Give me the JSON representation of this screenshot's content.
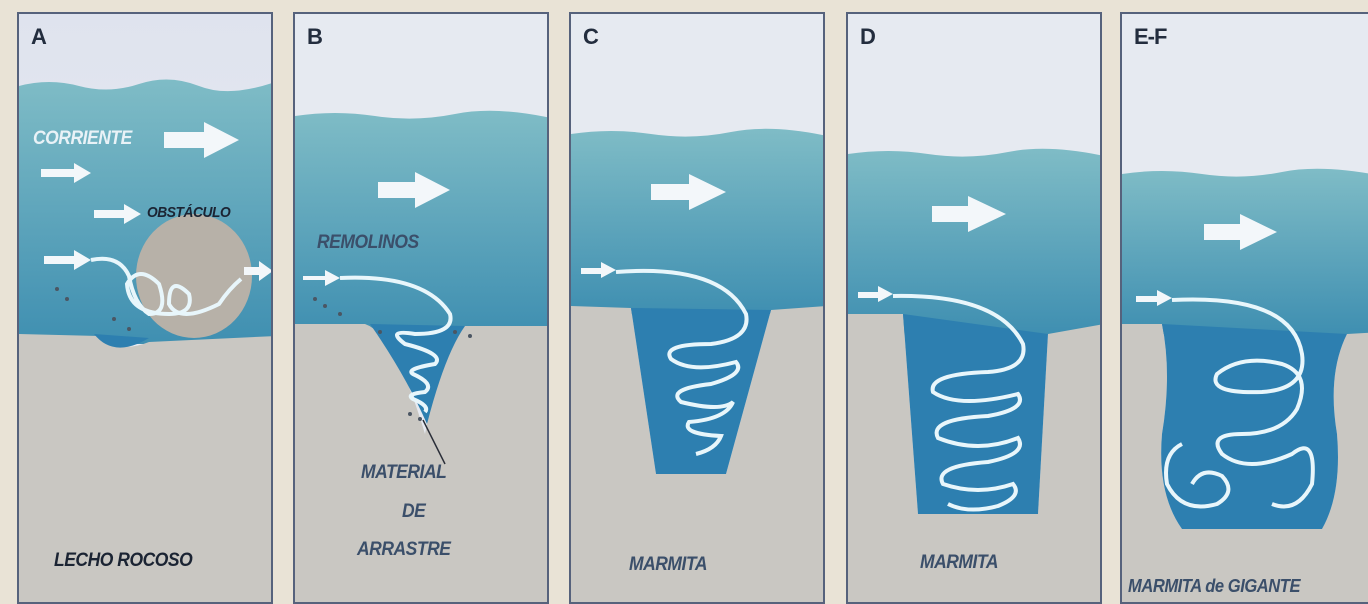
{
  "panels": [
    {
      "id": "A",
      "label": "A",
      "texts": {
        "current": "CORRIENTE",
        "obstacle": "OBSTÁCULO",
        "bed": "LECHO ROCOSO"
      }
    },
    {
      "id": "B",
      "label": "B",
      "texts": {
        "eddies": "REMOLINOS",
        "material_1": "MATERIAL",
        "material_2": "DE",
        "material_3": "ARRASTRE"
      }
    },
    {
      "id": "C",
      "label": "C",
      "texts": {
        "pothole": "MARMITA"
      }
    },
    {
      "id": "D",
      "label": "D",
      "texts": {
        "pothole": "MARMITA"
      }
    },
    {
      "id": "E-F",
      "label": "E-F",
      "texts": {
        "giant_pothole": "MARMITA de GIGANTE"
      }
    }
  ],
  "colors": {
    "sky": "#e6eaf1",
    "water": "#4f9fb8",
    "water_deep": "#2d7fb0",
    "rock": "#c9c7c2",
    "border": "#56627c",
    "swirl": "#e8f6fb"
  }
}
